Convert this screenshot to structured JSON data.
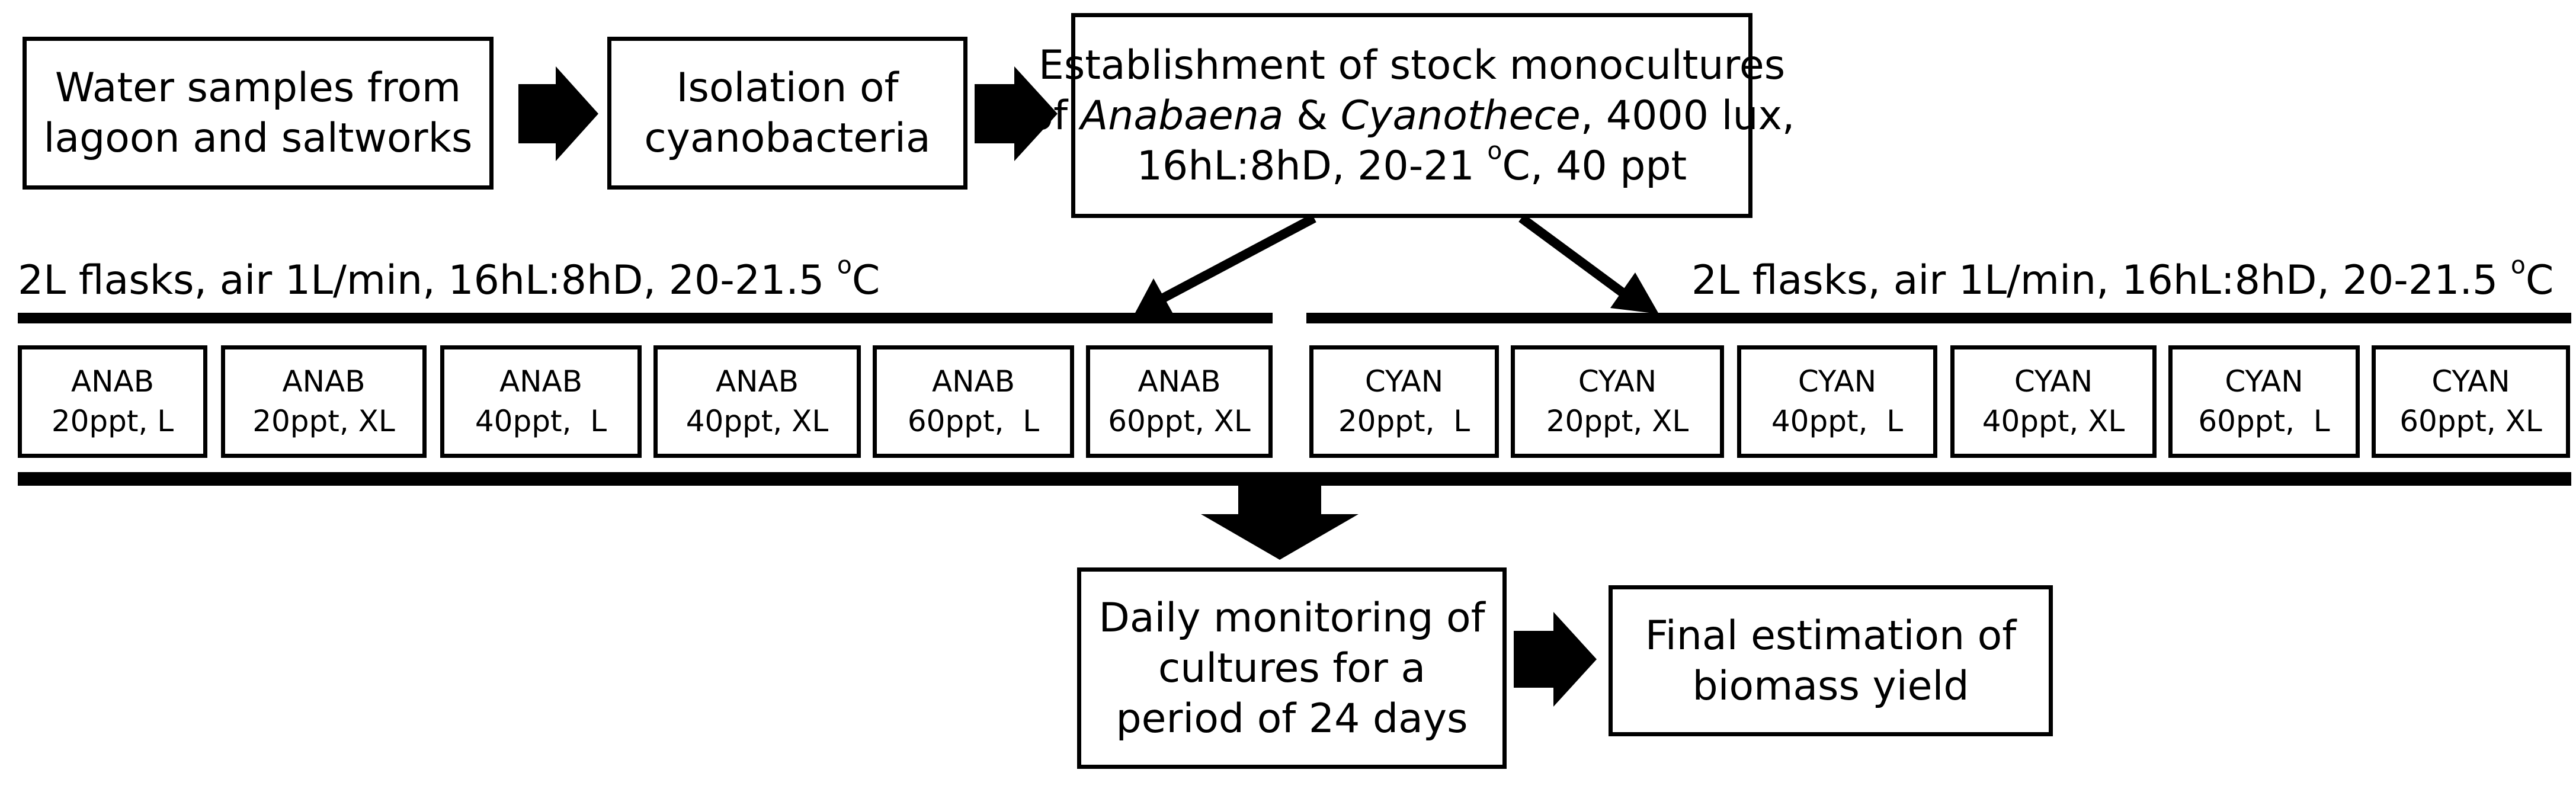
{
  "steps": {
    "water": {
      "line1": "Water samples from",
      "line2": "lagoon and saltworks"
    },
    "isolation": {
      "line1": "Isolation of",
      "line2": "cyanobacteria"
    },
    "stock": {
      "line1": "Establishment of stock monocultures",
      "line2_pre": "of ",
      "line2_italic1": "Anabaena",
      "line2_mid": " & ",
      "line2_italic2": "Cyanothece",
      "line2_post": ", 4000 lux,",
      "line3_pre": "16hL:8hD, 20-21 ",
      "line3_sup": "o",
      "line3_post": "C, 40 ppt"
    },
    "monitoring": {
      "line1": "Daily monitoring of",
      "line2": "cultures for a",
      "line3": "period of 24 days"
    },
    "final": {
      "line1": "Final estimation of",
      "line2": "biomass yield"
    }
  },
  "conditions": {
    "left": {
      "pre": "2L flasks, air 1L/min, 16hL:8hD, 20-21.5 ",
      "sup": "o",
      "post": "C"
    },
    "right": {
      "pre": "2L flasks, air 1L/min, 16hL:8hD, 20-21.5 ",
      "sup": "o",
      "post": "C"
    }
  },
  "treatments": [
    {
      "name": "ANAB",
      "cond": "20ppt, L"
    },
    {
      "name": "ANAB",
      "cond": "20ppt, XL"
    },
    {
      "name": "ANAB",
      "cond": "40ppt,  L"
    },
    {
      "name": "ANAB",
      "cond": "40ppt, XL"
    },
    {
      "name": "ANAB",
      "cond": "60ppt,  L"
    },
    {
      "name": "ANAB",
      "cond": "60ppt, XL"
    },
    {
      "name": "CYAN",
      "cond": "20ppt,  L"
    },
    {
      "name": "CYAN",
      "cond": "20ppt, XL"
    },
    {
      "name": "CYAN",
      "cond": "40ppt,  L"
    },
    {
      "name": "CYAN",
      "cond": "40ppt, XL"
    },
    {
      "name": "CYAN",
      "cond": "60ppt,  L"
    },
    {
      "name": "CYAN",
      "cond": "60ppt, XL"
    }
  ]
}
